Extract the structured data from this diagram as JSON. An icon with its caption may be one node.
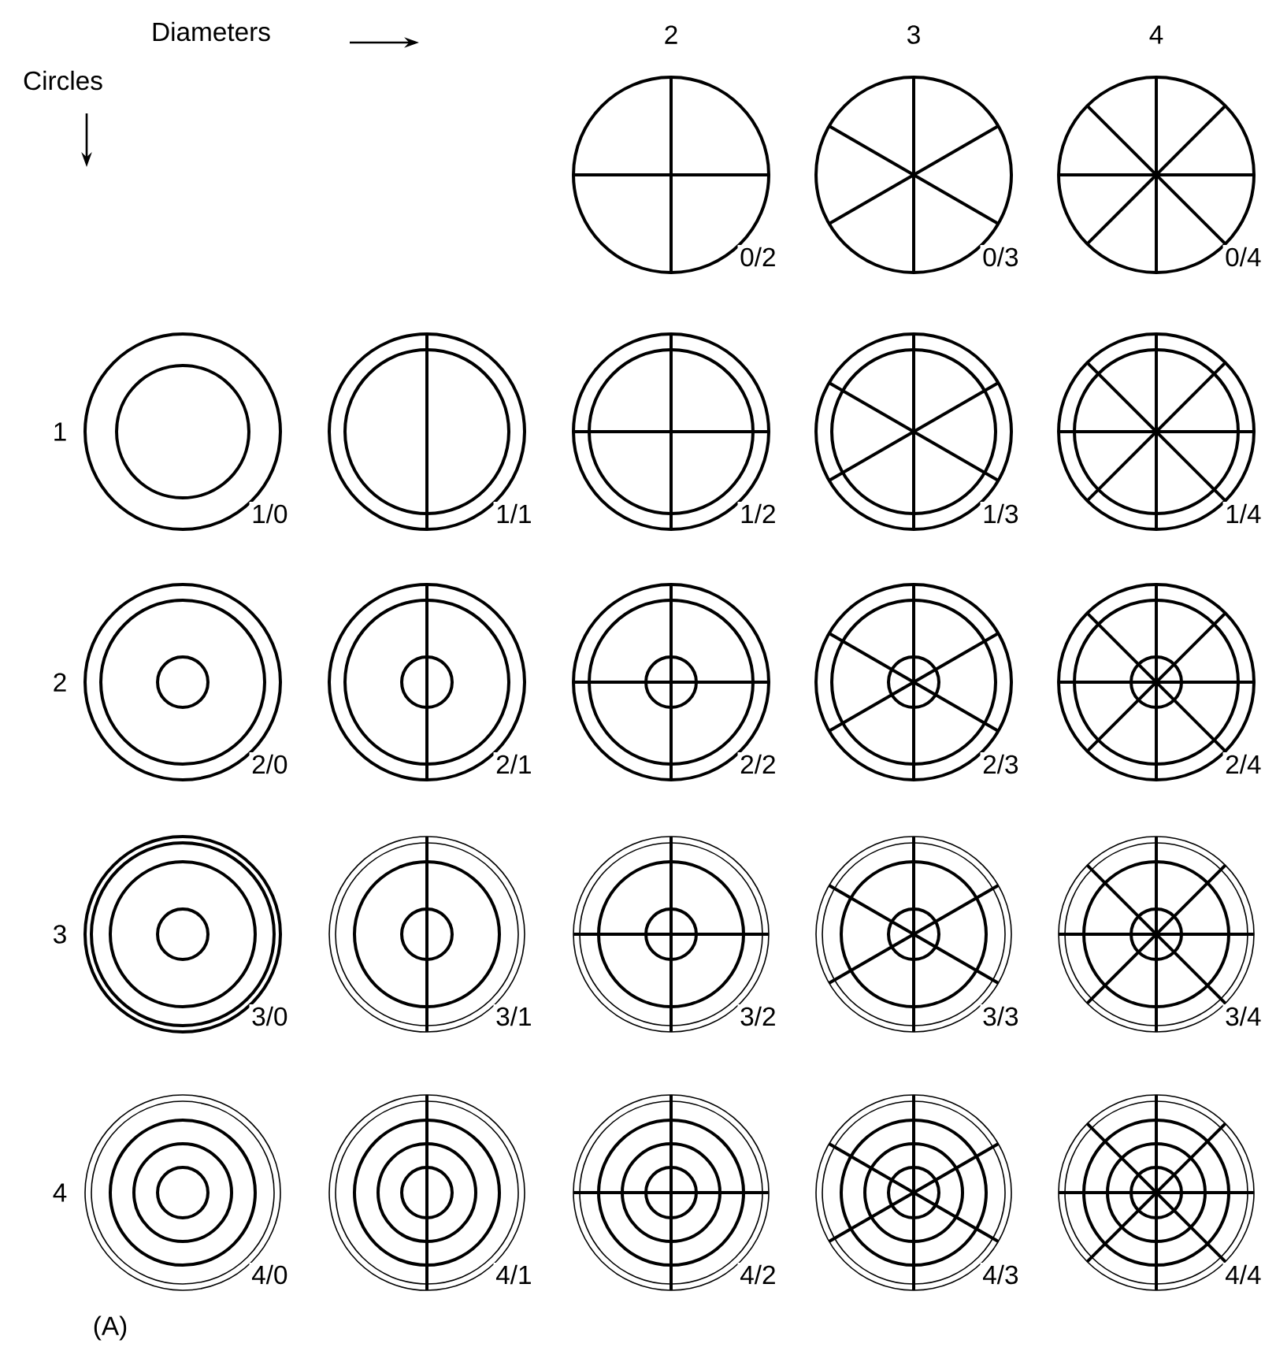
{
  "diagram": {
    "nodes": [
      {
        "text": [],
        "shape": "circle",
        "beside": [
          "0/2"
        ]
      },
      {
        "text": [],
        "shape": "circle",
        "beside": [
          "0/3"
        ]
      },
      {
        "text": [],
        "shape": "circle",
        "beside": [
          "0/4"
        ]
      },
      {
        "text": [],
        "shape": "circle",
        "beside": [
          "1/0"
        ]
      },
      {
        "text": [],
        "shape": "circle",
        "beside": [
          "1/1"
        ]
      },
      {
        "text": [],
        "shape": "circle",
        "beside": [
          "1/2"
        ]
      },
      {
        "text": [],
        "shape": "circle",
        "beside": [
          "1/3"
        ]
      },
      {
        "text": [],
        "shape": "circle",
        "beside": [
          "1/4"
        ]
      },
      {
        "text": [],
        "shape": "circle",
        "beside": [
          "2/0"
        ]
      },
      {
        "text": [],
        "shape": "circle",
        "beside": [
          "2/1"
        ]
      },
      {
        "text": [],
        "shape": "circle",
        "beside": [
          "2/2"
        ]
      },
      {
        "text": [],
        "shape": "circle",
        "beside": [
          "2/3"
        ]
      },
      {
        "text": [],
        "shape": "circle",
        "beside": [
          "2/4"
        ]
      },
      {
        "text": [],
        "shape": "circle",
        "beside": [
          "3/0"
        ]
      },
      {
        "text": [],
        "shape": "circle",
        "beside": [
          "3/1"
        ]
      },
      {
        "text": [],
        "shape": "circle",
        "beside": [
          "3/2"
        ]
      },
      {
        "text": [],
        "shape": "circle",
        "beside": [
          "3/3"
        ]
      },
      {
        "text": [],
        "shape": "circle",
        "beside": [
          "3/4"
        ]
      },
      {
        "text": [],
        "shape": "circle",
        "beside": [
          "4/0"
        ]
      },
      {
        "text": [],
        "shape": "circle",
        "beside": [
          "4/1"
        ]
      },
      {
        "text": [],
        "shape": "circle",
        "beside": [
          "4/2"
        ]
      },
      {
        "text": [],
        "shape": "circle",
        "beside": [
          "4/3"
        ]
      },
      {
        "text": [],
        "shape": "circle",
        "beside": [
          "4/4"
        ]
      }
    ],
    "labels": [
      "Diameters",
      "Circles",
      "2",
      "3",
      "4",
      "1",
      "2",
      "3",
      "4",
      "(A)"
    ]
  }
}
